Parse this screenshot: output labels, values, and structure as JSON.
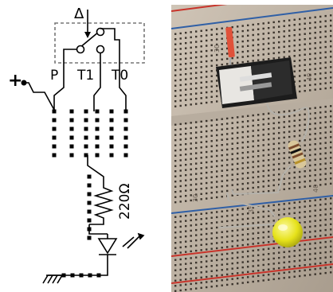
{
  "schematic": {
    "switch_label": "Δ",
    "plus_label": "+",
    "pin_labels": [
      "P",
      "T1",
      "T0"
    ],
    "resistor_value": "220Ω",
    "icons": [
      "switch-icon",
      "resistor-icon",
      "led-icon",
      "ground-icon"
    ]
  },
  "photo": {
    "row_numbers_top": [
      "30",
      "35",
      "40"
    ],
    "row_numbers_bottom": [
      "30",
      "35",
      "40"
    ],
    "colors": {
      "board": "#d8cec2",
      "rail_red": "#c8332a",
      "rail_blue": "#2f5fa6",
      "led": "#e6e21a",
      "switch": "#1c1c1c",
      "resistor": "#d9c79a",
      "jumper": "#e0513a"
    },
    "icons": [
      "breadboard",
      "slide-switch",
      "resistor",
      "led",
      "jumper-wire"
    ]
  }
}
